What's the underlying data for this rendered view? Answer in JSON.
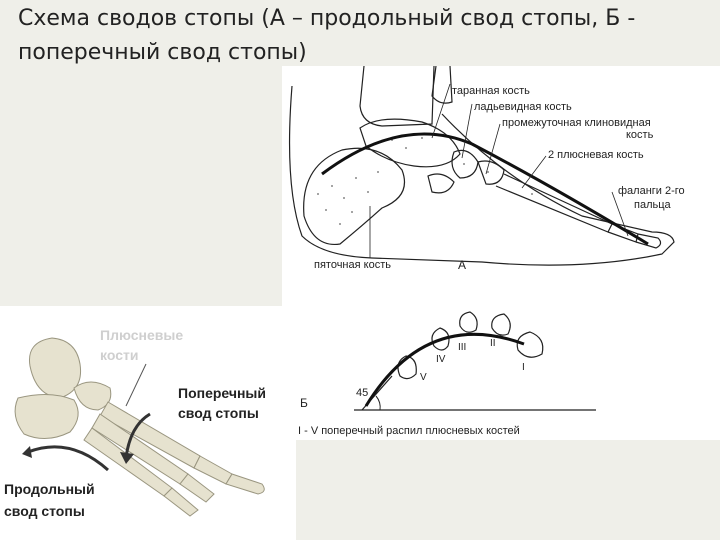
{
  "title_line1": "Схема сводов стопы (А – продольный свод стопы, Б -",
  "title_line2": "поперечный свод стопы)",
  "fig_a": {
    "labels": {
      "talus": "таранная кость",
      "navicular": "ладьевидная кость",
      "cuneiform_1": "промежуточная клиновидная",
      "cuneiform_2": "кость",
      "metatarsal": "2  плюсневая кость",
      "phalanges_1": "фаланги 2-го",
      "phalanges_2": "пальца",
      "calcaneus": "пяточная кость",
      "letter": "А"
    }
  },
  "fig_b": {
    "letter": "Б",
    "angle": "45",
    "numerals": [
      "V",
      "IV",
      "III",
      "II",
      "I"
    ],
    "caption": "I - V поперечный распил плюсневых костей"
  },
  "fig_c": {
    "metatarsal_label_1": "Плюсневые",
    "metatarsal_label_2": "кости",
    "transverse_1": "Поперечный",
    "transverse_2": "свод стопы",
    "longitudinal_1": "Продольный",
    "longitudinal_2": "свод стопы"
  },
  "colors": {
    "background": "#efefe9",
    "panel": "#ffffff",
    "ink": "#222222",
    "bone": "#e6e2cf",
    "faded_label": "#cfcfcf"
  }
}
